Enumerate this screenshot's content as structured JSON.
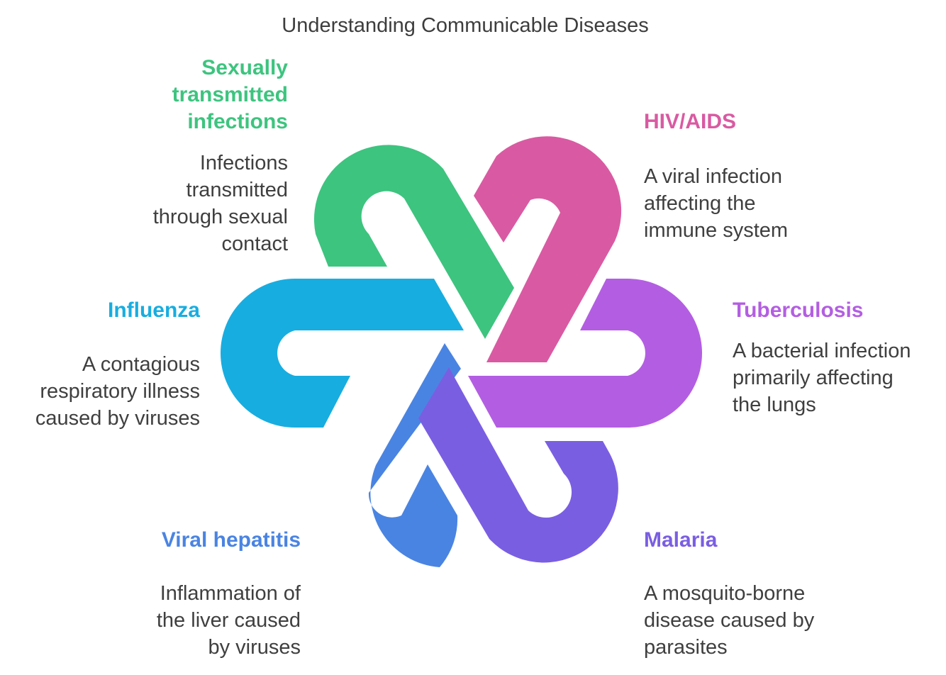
{
  "title": "Understanding Communicable Diseases",
  "colors": {
    "sti": "#3dc47f",
    "hiv": "#d95aa2",
    "tuberculosis": "#b35ee2",
    "malaria": "#7a5ee2",
    "hepatitis": "#4a84e2",
    "influenza": "#18ade0"
  },
  "items": {
    "sti": {
      "heading": "Sexually transmitted infections",
      "description": "Infections transmitted through sexual contact"
    },
    "hiv": {
      "heading": "HIV/AIDS",
      "description": "A viral infection affecting the immune system"
    },
    "tuberculosis": {
      "heading": "Tuberculosis",
      "description": "A bacterial infection primarily affecting the lungs"
    },
    "malaria": {
      "heading": "Malaria",
      "description": "A mosquito-borne disease caused by parasites"
    },
    "hepatitis": {
      "heading": "Viral hepatitis",
      "description": "Inflammation of the liver caused by viruses"
    },
    "influenza": {
      "heading": "Influenza",
      "description": "A contagious respiratory illness caused by viruses"
    }
  }
}
